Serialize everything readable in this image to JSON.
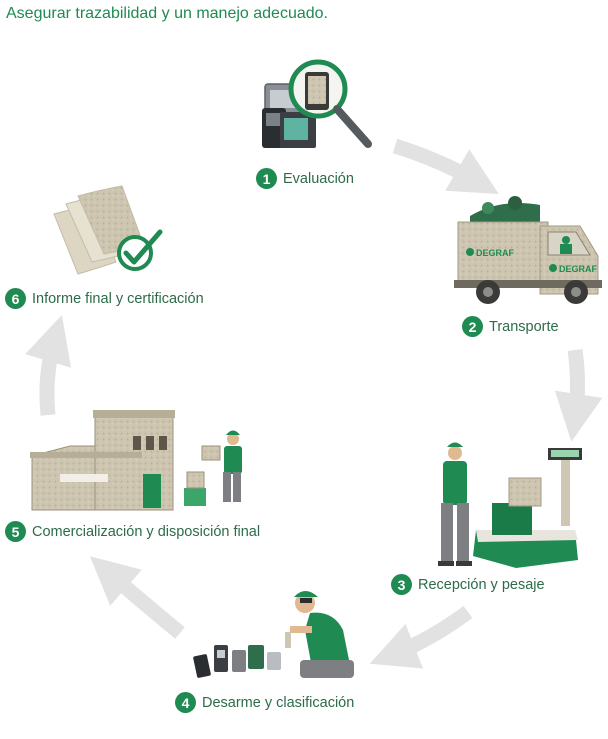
{
  "headline": "Asegurar trazabilidad y un manejo adecuado.",
  "brand": "DEGRAF",
  "steps": [
    {
      "number": "1",
      "label": "Evaluación",
      "icon": "magnifier-devices-icon"
    },
    {
      "number": "2",
      "label": "Transporte",
      "icon": "truck-icon"
    },
    {
      "number": "3",
      "label": "Recepción y pesaje",
      "icon": "scale-worker-icon"
    },
    {
      "number": "4",
      "label": "Desarme y clasificación",
      "icon": "disassembly-worker-icon"
    },
    {
      "number": "5",
      "label": "Comercialización y disposición final",
      "icon": "warehouse-icon"
    },
    {
      "number": "6",
      "label": "Informe final y certificación",
      "icon": "certificate-check-icon"
    }
  ],
  "colors": {
    "green": "#1f8a52",
    "arrow": "#e2e2e2",
    "stone": "#cfc7b3"
  }
}
